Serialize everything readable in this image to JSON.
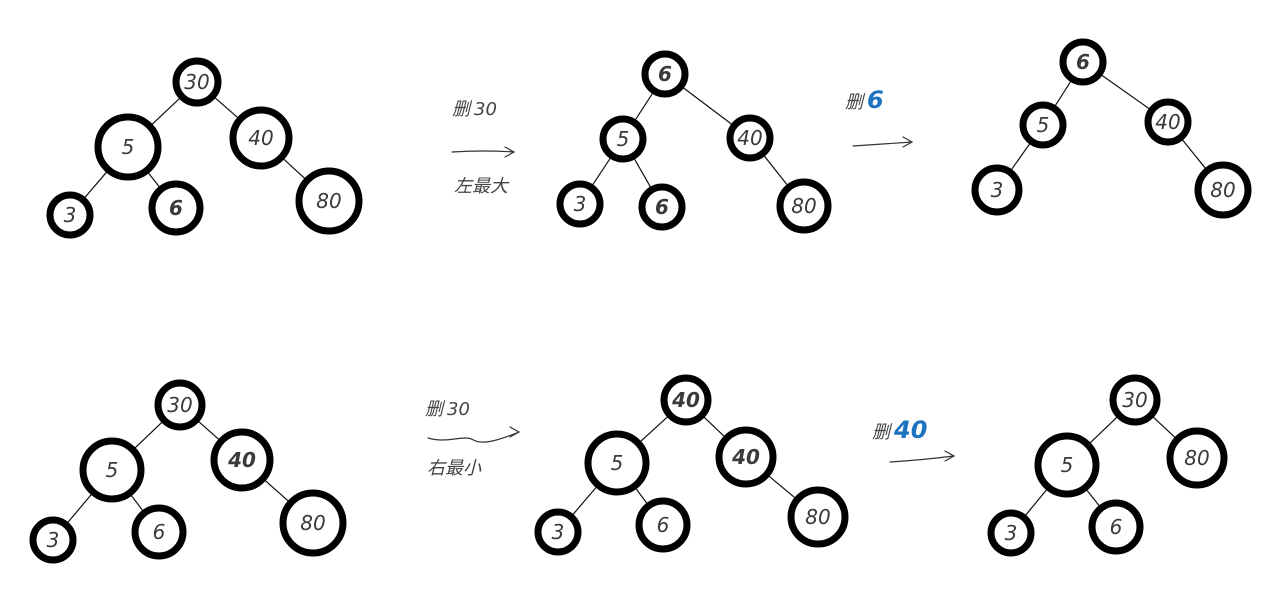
{
  "colors": {
    "ink": "#3a3a3a",
    "highlight_red": "#e0182d",
    "highlight_blue": "#1e73be"
  },
  "steps": [
    {
      "id": "t1",
      "nodes": [
        {
          "label": "30"
        },
        {
          "label": "5"
        },
        {
          "label": "40"
        },
        {
          "label": "3"
        },
        {
          "label": "6",
          "color": "blue"
        },
        {
          "label": "80"
        }
      ]
    },
    {
      "id": "t2",
      "nodes": [
        {
          "label": "6",
          "color": "red"
        },
        {
          "label": "5"
        },
        {
          "label": "40"
        },
        {
          "label": "3"
        },
        {
          "label": "6",
          "color": "blue"
        },
        {
          "label": "80"
        }
      ]
    },
    {
      "id": "t3",
      "nodes": [
        {
          "label": "6",
          "color": "red"
        },
        {
          "label": "5"
        },
        {
          "label": "40"
        },
        {
          "label": "3"
        },
        {
          "label": "80"
        }
      ]
    },
    {
      "id": "t4",
      "nodes": [
        {
          "label": "30"
        },
        {
          "label": "5"
        },
        {
          "label": "40",
          "color": "blue"
        },
        {
          "label": "3"
        },
        {
          "label": "6"
        },
        {
          "label": "80"
        }
      ]
    },
    {
      "id": "t5",
      "nodes": [
        {
          "label": "40",
          "color": "red"
        },
        {
          "label": "5"
        },
        {
          "label": "40",
          "color": "blue"
        },
        {
          "label": "3"
        },
        {
          "label": "6"
        },
        {
          "label": "80"
        }
      ]
    },
    {
      "id": "t6",
      "nodes": [
        {
          "label": "30"
        },
        {
          "label": "5"
        },
        {
          "label": "80"
        },
        {
          "label": "3"
        },
        {
          "label": "6"
        }
      ]
    }
  ],
  "notes": [
    {
      "id": "n1",
      "line1_prefix": "删",
      "line1_value": "30",
      "line2": "左最大"
    },
    {
      "id": "n2",
      "line1_prefix": "删",
      "line1_value": "6",
      "value_color": "blue"
    },
    {
      "id": "n3",
      "line1_prefix": "删",
      "line1_value": "30",
      "line2": "右最小"
    },
    {
      "id": "n4",
      "line1_prefix": "删",
      "line1_value": "40",
      "value_color": "blue"
    }
  ]
}
